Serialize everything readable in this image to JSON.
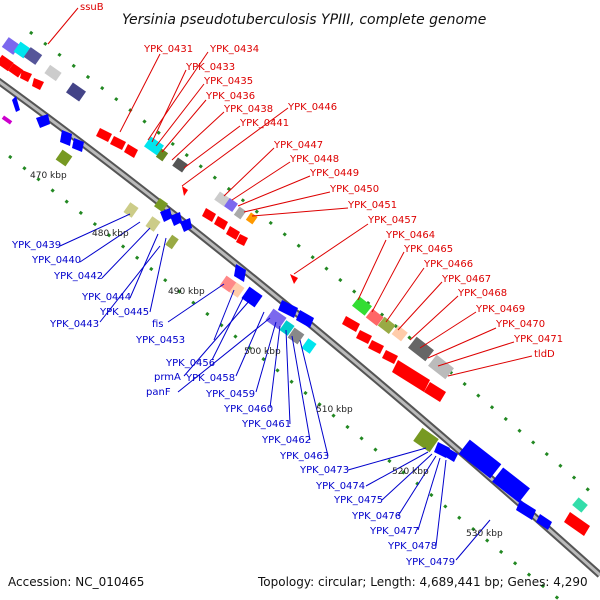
{
  "title": "Yersinia pseudotuberculosis YPIII, complete genome",
  "footer": {
    "accession": "Accession: NC_010465",
    "summary": "Topology: circular; Length: 4,689,441 bp; Genes: 4,290"
  },
  "colors": {
    "forward": "#ff0000",
    "reverse": "#0000ff",
    "backbone": "#888888",
    "cds_ticks": "#228822",
    "red_label": "#dd0000",
    "blue_label": "#0000cc"
  },
  "ticks": [
    "470 kbp",
    "480 kbp",
    "490 kbp",
    "500 kbp",
    "510 kbp",
    "520 kbp",
    "530 kbp"
  ],
  "forward_labels": [
    "ssuB",
    "YPK_0431",
    "YPK_0434",
    "YPK_0433",
    "YPK_0435",
    "YPK_0436",
    "YPK_0438",
    "YPK_0446",
    "YPK_0441",
    "YPK_0447",
    "YPK_0448",
    "YPK_0449",
    "YPK_0450",
    "YPK_0451",
    "YPK_0457",
    "YPK_0464",
    "YPK_0465",
    "YPK_0466",
    "YPK_0467",
    "YPK_0468",
    "YPK_0469",
    "YPK_0470",
    "YPK_0471",
    "tldD"
  ],
  "reverse_labels": [
    "YPK_0439",
    "YPK_0440",
    "YPK_0442",
    "YPK_0444",
    "YPK_0445",
    "YPK_0443",
    "fis",
    "YPK_0453",
    "YPK_0456",
    "prmA",
    "YPK_0458",
    "panF",
    "YPK_0459",
    "YPK_0460",
    "YPK_0461",
    "YPK_0462",
    "YPK_0463",
    "YPK_0473",
    "YPK_0474",
    "YPK_0475",
    "YPK_0476",
    "YPK_0477",
    "YPK_0478",
    "YPK_0479"
  ]
}
